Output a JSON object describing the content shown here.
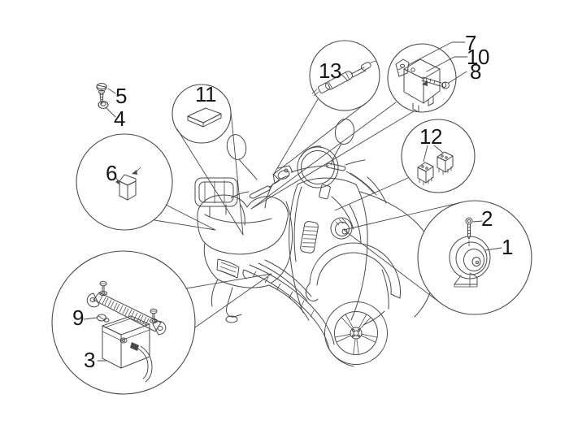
{
  "diagram": {
    "background": "#ffffff",
    "line_color": "#4a4a4a",
    "label_color": "#161616",
    "labels": {
      "n1": "1",
      "n2": "2",
      "n3": "3",
      "n4": "4",
      "n5": "5",
      "n6": "6",
      "n7": "7",
      "n8": "8",
      "n9": "9",
      "n10": "10",
      "n11": "11",
      "n12": "12",
      "n13": "13"
    }
  }
}
